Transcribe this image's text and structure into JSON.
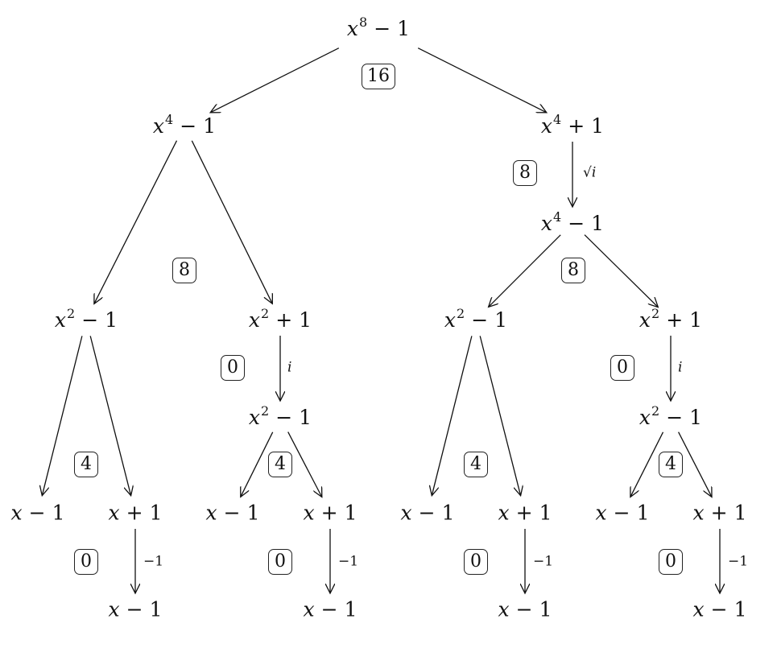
{
  "nodes": [
    {
      "id": "n1",
      "base": "x",
      "exp": "8",
      "op": "−",
      "const": "1"
    },
    {
      "id": "n2",
      "base": "x",
      "exp": "4",
      "op": "−",
      "const": "1"
    },
    {
      "id": "n3",
      "base": "x",
      "exp": "4",
      "op": "+",
      "const": "1"
    },
    {
      "id": "n4",
      "base": "x",
      "exp": "4",
      "op": "−",
      "const": "1"
    },
    {
      "id": "n5",
      "base": "x",
      "exp": "2",
      "op": "−",
      "const": "1"
    },
    {
      "id": "n6",
      "base": "x",
      "exp": "2",
      "op": "+",
      "const": "1"
    },
    {
      "id": "n7",
      "base": "x",
      "exp": "2",
      "op": "−",
      "const": "1"
    },
    {
      "id": "n8",
      "base": "x",
      "exp": "2",
      "op": "+",
      "const": "1"
    },
    {
      "id": "n9",
      "base": "x",
      "exp": "2",
      "op": "−",
      "const": "1"
    },
    {
      "id": "n10",
      "base": "x",
      "exp": "2",
      "op": "−",
      "const": "1"
    },
    {
      "id": "n11",
      "base": "x",
      "exp": "",
      "op": "−",
      "const": "1"
    },
    {
      "id": "n12",
      "base": "x",
      "exp": "",
      "op": "+",
      "const": "1"
    },
    {
      "id": "n13",
      "base": "x",
      "exp": "",
      "op": "−",
      "const": "1"
    },
    {
      "id": "n14",
      "base": "x",
      "exp": "",
      "op": "+",
      "const": "1"
    },
    {
      "id": "n15",
      "base": "x",
      "exp": "",
      "op": "−",
      "const": "1"
    },
    {
      "id": "n16",
      "base": "x",
      "exp": "",
      "op": "+",
      "const": "1"
    },
    {
      "id": "n17",
      "base": "x",
      "exp": "",
      "op": "−",
      "const": "1"
    },
    {
      "id": "n18",
      "base": "x",
      "exp": "",
      "op": "+",
      "const": "1"
    },
    {
      "id": "n19",
      "base": "x",
      "exp": "",
      "op": "−",
      "const": "1"
    },
    {
      "id": "n20",
      "base": "x",
      "exp": "",
      "op": "−",
      "const": "1"
    },
    {
      "id": "n21",
      "base": "x",
      "exp": "",
      "op": "−",
      "const": "1"
    },
    {
      "id": "n22",
      "base": "x",
      "exp": "",
      "op": "−",
      "const": "1"
    }
  ],
  "badges": [
    {
      "id": "b1",
      "value": "16"
    },
    {
      "id": "b2",
      "value": "8"
    },
    {
      "id": "b3",
      "value": "8"
    },
    {
      "id": "b4",
      "value": "8"
    },
    {
      "id": "b5",
      "value": "0"
    },
    {
      "id": "b6",
      "value": "0"
    },
    {
      "id": "b7",
      "value": "4"
    },
    {
      "id": "b8",
      "value": "4"
    },
    {
      "id": "b9",
      "value": "4"
    },
    {
      "id": "b10",
      "value": "4"
    },
    {
      "id": "b11",
      "value": "0"
    },
    {
      "id": "b12",
      "value": "0"
    },
    {
      "id": "b13",
      "value": "0"
    },
    {
      "id": "b14",
      "value": "0"
    }
  ],
  "edge_labels": [
    {
      "id": "l1",
      "text": "√i"
    },
    {
      "id": "l2",
      "text": "i"
    },
    {
      "id": "l3",
      "text": "i"
    },
    {
      "id": "l4",
      "text": "−1"
    },
    {
      "id": "l5",
      "text": "−1"
    },
    {
      "id": "l6",
      "text": "−1"
    },
    {
      "id": "l7",
      "text": "−1"
    }
  ],
  "edges": [
    {
      "from": "n1",
      "to": "n2"
    },
    {
      "from": "n1",
      "to": "n3"
    },
    {
      "from": "n3",
      "to": "n4",
      "label": "l1"
    },
    {
      "from": "n2",
      "to": "n5"
    },
    {
      "from": "n2",
      "to": "n6"
    },
    {
      "from": "n4",
      "to": "n7"
    },
    {
      "from": "n4",
      "to": "n8"
    },
    {
      "from": "n6",
      "to": "n9",
      "label": "l2"
    },
    {
      "from": "n8",
      "to": "n10",
      "label": "l3"
    },
    {
      "from": "n5",
      "to": "n11"
    },
    {
      "from": "n5",
      "to": "n12"
    },
    {
      "from": "n9",
      "to": "n13"
    },
    {
      "from": "n9",
      "to": "n14"
    },
    {
      "from": "n7",
      "to": "n15"
    },
    {
      "from": "n7",
      "to": "n16"
    },
    {
      "from": "n10",
      "to": "n17"
    },
    {
      "from": "n10",
      "to": "n18"
    },
    {
      "from": "n12",
      "to": "n19",
      "label": "l4"
    },
    {
      "from": "n14",
      "to": "n20",
      "label": "l5"
    },
    {
      "from": "n16",
      "to": "n21",
      "label": "l6"
    },
    {
      "from": "n18",
      "to": "n22",
      "label": "l7"
    }
  ]
}
